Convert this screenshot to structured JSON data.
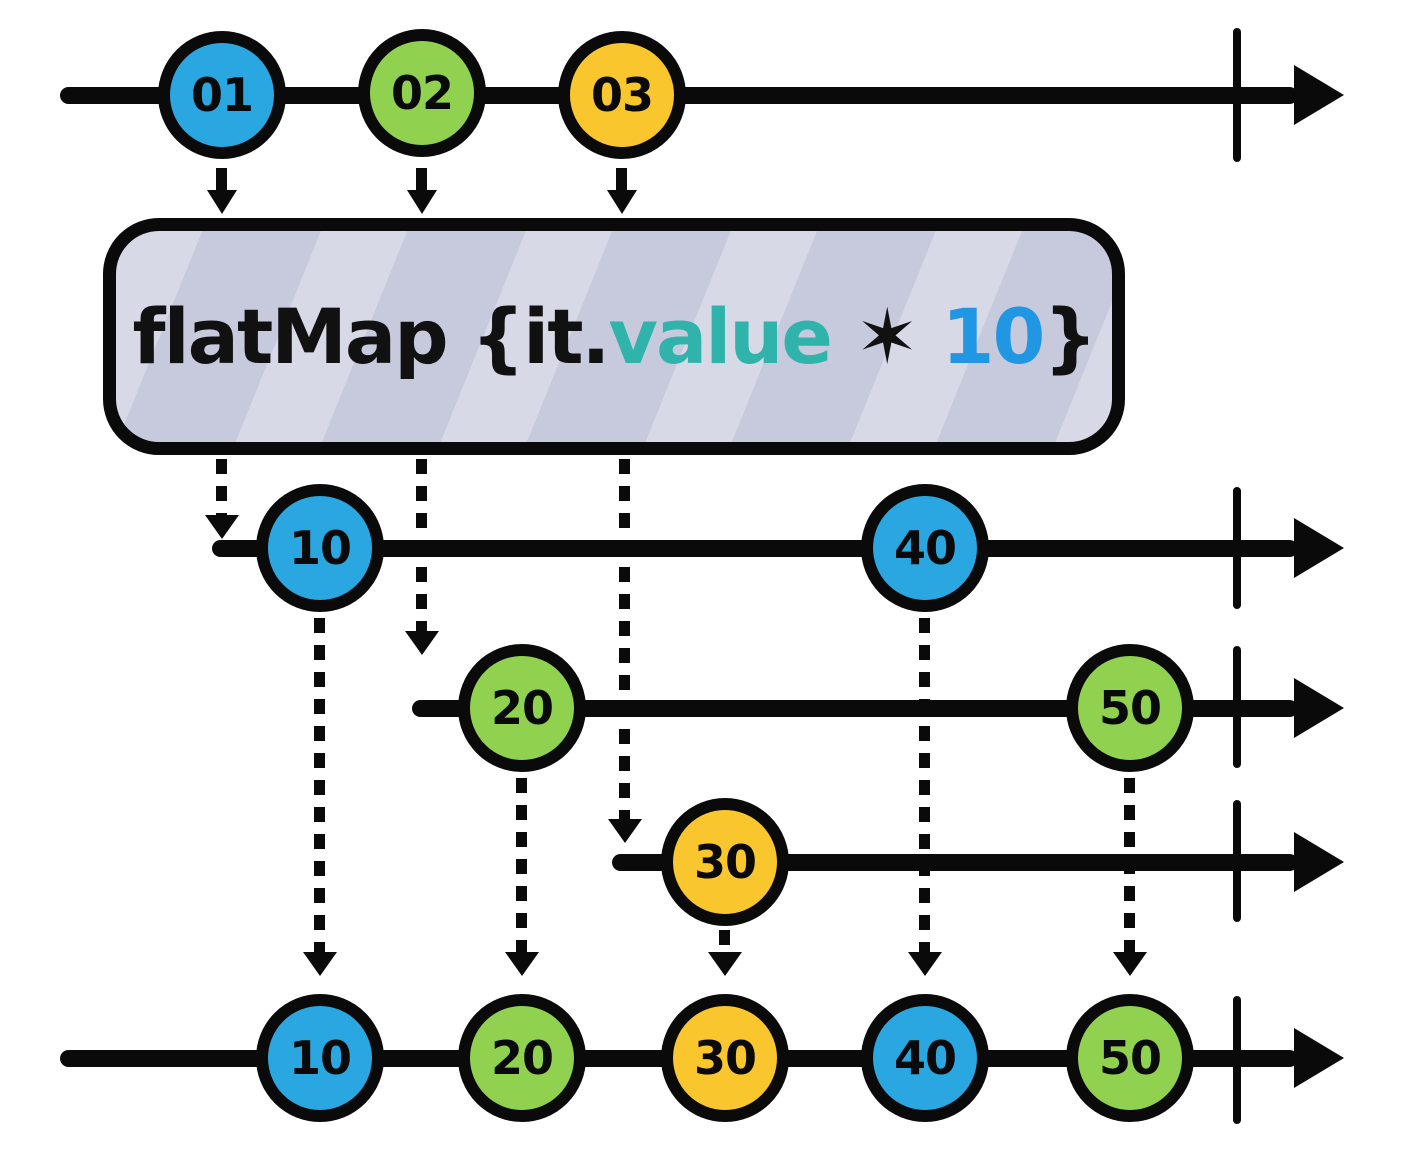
{
  "operator": {
    "prefix": "flatMap {it.",
    "value_word": "value",
    "star": " ✶ ",
    "number": "10",
    "suffix": "}"
  },
  "colors": {
    "marble_blue": "#2aa7e0",
    "marble_green": "#90d24f",
    "marble_yellow": "#f9c72d",
    "outline_black": "#0a0a0a",
    "box_background": "#c7c9dd",
    "box_stripe": "#d9dbe9",
    "value_teal": "#2fb3ab",
    "number_blue": "#2196e3"
  },
  "source_timeline": {
    "marbles": [
      {
        "label": "01",
        "color": "blue"
      },
      {
        "label": "02",
        "color": "green"
      },
      {
        "label": "03",
        "color": "yellow"
      }
    ]
  },
  "inner_timelines": [
    {
      "marbles": [
        {
          "label": "10",
          "color": "blue"
        },
        {
          "label": "40",
          "color": "blue"
        }
      ]
    },
    {
      "marbles": [
        {
          "label": "20",
          "color": "green"
        },
        {
          "label": "50",
          "color": "green"
        }
      ]
    },
    {
      "marbles": [
        {
          "label": "30",
          "color": "yellow"
        }
      ]
    }
  ],
  "output_timeline": {
    "marbles": [
      {
        "label": "10",
        "color": "blue"
      },
      {
        "label": "20",
        "color": "green"
      },
      {
        "label": "30",
        "color": "yellow"
      },
      {
        "label": "40",
        "color": "blue"
      },
      {
        "label": "50",
        "color": "green"
      }
    ]
  }
}
